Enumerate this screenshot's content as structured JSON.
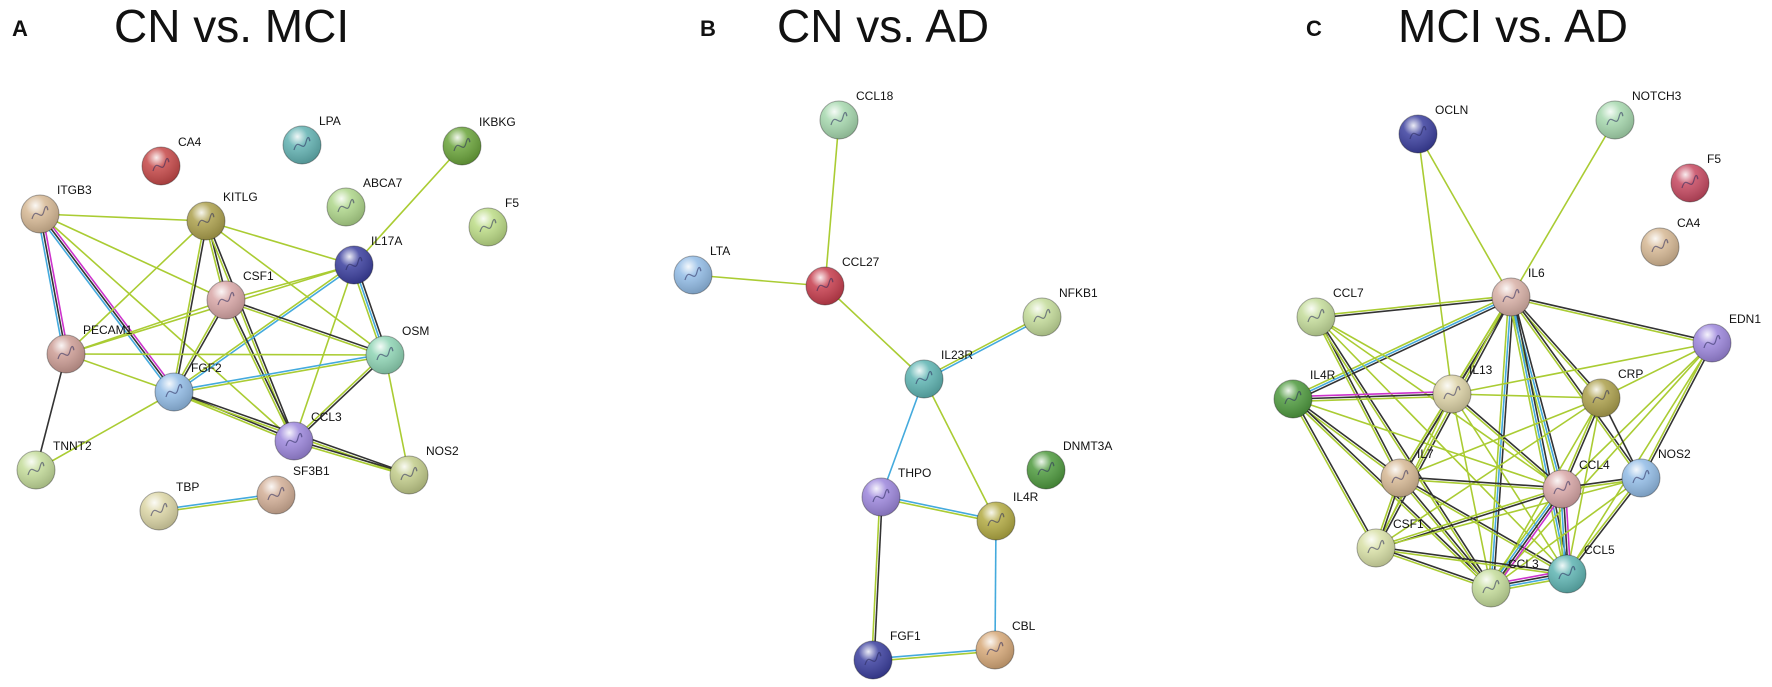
{
  "panels": [
    {
      "letter": "A",
      "title": "CN vs. MCI",
      "nodes": [
        {
          "id": "CA4",
          "color": "#c64848"
        },
        {
          "id": "LPA",
          "color": "#62b2b2"
        },
        {
          "id": "IKBKG",
          "color": "#6aa43a"
        },
        {
          "id": "ITGB3",
          "color": "#d6b894"
        },
        {
          "id": "KITLG",
          "color": "#aca04c"
        },
        {
          "id": "ABCA7",
          "color": "#aed68a"
        },
        {
          "id": "F5",
          "color": "#bcdc86"
        },
        {
          "id": "IL17A",
          "color": "#3a3e9e"
        },
        {
          "id": "CSF1",
          "color": "#d8a6a6"
        },
        {
          "id": "PECAM1",
          "color": "#cc9c94"
        },
        {
          "id": "OSM",
          "color": "#8ed4b4"
        },
        {
          "id": "FGF2",
          "color": "#92bce6"
        },
        {
          "id": "CCL3",
          "color": "#9c86dc"
        },
        {
          "id": "TNNT2",
          "color": "#c4dc9a"
        },
        {
          "id": "NOS2",
          "color": "#c2cc8a"
        },
        {
          "id": "SF3B1",
          "color": "#d2ae96"
        },
        {
          "id": "TBP",
          "color": "#dcd6a6"
        }
      ],
      "edges": [
        {
          "a": "ITGB3",
          "b": "PECAM1",
          "colors": [
            "#cc33cc",
            "#333333",
            "#44aadd"
          ]
        },
        {
          "a": "ITGB3",
          "b": "FGF2",
          "colors": [
            "#cc33cc",
            "#333333",
            "#44aadd"
          ]
        },
        {
          "a": "ITGB3",
          "b": "KITLG",
          "colors": [
            "#aacc33"
          ]
        },
        {
          "a": "ITGB3",
          "b": "CSF1",
          "colors": [
            "#aacc33"
          ]
        },
        {
          "a": "ITGB3",
          "b": "CCL3",
          "colors": [
            "#aacc33"
          ]
        },
        {
          "a": "KITLG",
          "b": "PECAM1",
          "colors": [
            "#aacc33"
          ]
        },
        {
          "a": "KITLG",
          "b": "FGF2",
          "colors": [
            "#333333",
            "#aacc33"
          ]
        },
        {
          "a": "KITLG",
          "b": "CSF1",
          "colors": [
            "#333333",
            "#aacc33"
          ]
        },
        {
          "a": "KITLG",
          "b": "CCL3",
          "colors": [
            "#333333",
            "#aacc33"
          ]
        },
        {
          "a": "KITLG",
          "b": "OSM",
          "colors": [
            "#aacc33"
          ]
        },
        {
          "a": "KITLG",
          "b": "IL17A",
          "colors": [
            "#aacc33"
          ]
        },
        {
          "a": "IKBKG",
          "b": "IL17A",
          "colors": [
            "#aacc33"
          ]
        },
        {
          "a": "IL17A",
          "b": "OSM",
          "colors": [
            "#333333",
            "#44aadd",
            "#aacc33"
          ]
        },
        {
          "a": "IL17A",
          "b": "CSF1",
          "colors": [
            "#aacc33"
          ]
        },
        {
          "a": "IL17A",
          "b": "FGF2",
          "colors": [
            "#44aadd",
            "#aacc33"
          ]
        },
        {
          "a": "IL17A",
          "b": "CCL3",
          "colors": [
            "#aacc33"
          ]
        },
        {
          "a": "IL17A",
          "b": "PECAM1",
          "colors": [
            "#aacc33"
          ]
        },
        {
          "a": "CSF1",
          "b": "PECAM1",
          "colors": [
            "#aacc33"
          ]
        },
        {
          "a": "CSF1",
          "b": "FGF2",
          "colors": [
            "#333333",
            "#aacc33"
          ]
        },
        {
          "a": "CSF1",
          "b": "CCL3",
          "colors": [
            "#333333",
            "#aacc33"
          ]
        },
        {
          "a": "CSF1",
          "b": "OSM",
          "colors": [
            "#333333",
            "#aacc33"
          ]
        },
        {
          "a": "PECAM1",
          "b": "FGF2",
          "colors": [
            "#aacc33"
          ]
        },
        {
          "a": "PECAM1",
          "b": "TNNT2",
          "colors": [
            "#333333"
          ]
        },
        {
          "a": "PECAM1",
          "b": "OSM",
          "colors": [
            "#aacc33"
          ]
        },
        {
          "a": "FGF2",
          "b": "OSM",
          "colors": [
            "#44aadd",
            "#aacc33"
          ]
        },
        {
          "a": "FGF2",
          "b": "CCL3",
          "colors": [
            "#333333",
            "#aacc33"
          ]
        },
        {
          "a": "FGF2",
          "b": "TNNT2",
          "colors": [
            "#aacc33"
          ]
        },
        {
          "a": "FGF2",
          "b": "NOS2",
          "colors": [
            "#333333",
            "#aacc33"
          ]
        },
        {
          "a": "OSM",
          "b": "CCL3",
          "colors": [
            "#333333",
            "#aacc33"
          ]
        },
        {
          "a": "OSM",
          "b": "NOS2",
          "colors": [
            "#aacc33"
          ]
        },
        {
          "a": "CCL3",
          "b": "NOS2",
          "colors": [
            "#333333",
            "#aacc33"
          ]
        },
        {
          "a": "TBP",
          "b": "SF3B1",
          "colors": [
            "#44aadd",
            "#aacc33"
          ]
        }
      ]
    },
    {
      "letter": "B",
      "title": "CN vs. AD",
      "nodes": [
        {
          "id": "CCL18",
          "color": "#a6d8ae"
        },
        {
          "id": "LTA",
          "color": "#92bce6"
        },
        {
          "id": "CCL27",
          "color": "#c63c4c"
        },
        {
          "id": "NFKB1",
          "color": "#c4dc9a"
        },
        {
          "id": "IL23R",
          "color": "#5eb4b2"
        },
        {
          "id": "DNMT3A",
          "color": "#4e9a3e"
        },
        {
          "id": "THPO",
          "color": "#9c86dc"
        },
        {
          "id": "IL4R",
          "color": "#b2aa42"
        },
        {
          "id": "CBL",
          "color": "#d6a878"
        },
        {
          "id": "FGF1",
          "color": "#3a3e9e"
        }
      ],
      "edges": [
        {
          "a": "CCL18",
          "b": "CCL27",
          "colors": [
            "#aacc33"
          ]
        },
        {
          "a": "LTA",
          "b": "CCL27",
          "colors": [
            "#aacc33"
          ]
        },
        {
          "a": "CCL27",
          "b": "IL23R",
          "colors": [
            "#aacc33"
          ]
        },
        {
          "a": "NFKB1",
          "b": "IL23R",
          "colors": [
            "#44aadd",
            "#aacc33"
          ]
        },
        {
          "a": "IL23R",
          "b": "THPO",
          "colors": [
            "#44aadd"
          ]
        },
        {
          "a": "IL23R",
          "b": "IL4R",
          "colors": [
            "#aacc33"
          ]
        },
        {
          "a": "THPO",
          "b": "IL4R",
          "colors": [
            "#44aadd",
            "#aacc33"
          ]
        },
        {
          "a": "THPO",
          "b": "FGF1",
          "colors": [
            "#333333",
            "#aacc33"
          ]
        },
        {
          "a": "IL4R",
          "b": "CBL",
          "colors": [
            "#44aadd"
          ]
        },
        {
          "a": "FGF1",
          "b": "CBL",
          "colors": [
            "#44aadd",
            "#aacc33"
          ]
        }
      ]
    },
    {
      "letter": "C",
      "title": "MCI vs. AD",
      "nodes": [
        {
          "id": "OCLN",
          "color": "#3a3e9e"
        },
        {
          "id": "NOTCH3",
          "color": "#a6d8ae"
        },
        {
          "id": "F5",
          "color": "#c64860"
        },
        {
          "id": "CA4",
          "color": "#d6b894"
        },
        {
          "id": "IL6",
          "color": "#d8b0a6"
        },
        {
          "id": "CCL7",
          "color": "#c4dc9a"
        },
        {
          "id": "EDN1",
          "color": "#9c86dc"
        },
        {
          "id": "IL4R",
          "color": "#4e9a3e"
        },
        {
          "id": "IL13",
          "color": "#dcd2a6"
        },
        {
          "id": "CRP",
          "color": "#aca04c"
        },
        {
          "id": "IL7",
          "color": "#d6b894"
        },
        {
          "id": "CCL4",
          "color": "#d8a6a6"
        },
        {
          "id": "NOS2",
          "color": "#92bce6"
        },
        {
          "id": "CSF1",
          "color": "#d8e0a6"
        },
        {
          "id": "CCL3",
          "color": "#c4dc9a"
        },
        {
          "id": "CCL5",
          "color": "#5eb4b2"
        }
      ],
      "edges": [
        {
          "a": "OCLN",
          "b": "IL6",
          "colors": [
            "#aacc33"
          ]
        },
        {
          "a": "OCLN",
          "b": "IL13",
          "colors": [
            "#aacc33"
          ]
        },
        {
          "a": "NOTCH3",
          "b": "IL6",
          "colors": [
            "#aacc33"
          ]
        },
        {
          "a": "IL6",
          "b": "CCL7",
          "colors": [
            "#333333",
            "#aacc33"
          ]
        },
        {
          "a": "IL6",
          "b": "EDN1",
          "colors": [
            "#333333",
            "#aacc33"
          ]
        },
        {
          "a": "IL6",
          "b": "IL4R",
          "colors": [
            "#333333",
            "#44aadd",
            "#aacc33"
          ]
        },
        {
          "a": "IL6",
          "b": "IL13",
          "colors": [
            "#333333",
            "#aacc33"
          ]
        },
        {
          "a": "IL6",
          "b": "CRP",
          "colors": [
            "#333333",
            "#aacc33"
          ]
        },
        {
          "a": "IL6",
          "b": "IL7",
          "colors": [
            "#333333",
            "#aacc33"
          ]
        },
        {
          "a": "IL6",
          "b": "CCL4",
          "colors": [
            "#333333",
            "#44aadd",
            "#aacc33"
          ]
        },
        {
          "a": "IL6",
          "b": "NOS2",
          "colors": [
            "#333333",
            "#aacc33"
          ]
        },
        {
          "a": "IL6",
          "b": "CSF1",
          "colors": [
            "#333333",
            "#aacc33"
          ]
        },
        {
          "a": "IL6",
          "b": "CCL3",
          "colors": [
            "#333333",
            "#44aadd",
            "#aacc33"
          ]
        },
        {
          "a": "IL6",
          "b": "CCL5",
          "colors": [
            "#333333",
            "#44aadd",
            "#aacc33"
          ]
        },
        {
          "a": "CCL7",
          "b": "IL13",
          "colors": [
            "#aacc33"
          ]
        },
        {
          "a": "CCL7",
          "b": "IL7",
          "colors": [
            "#333333",
            "#aacc33"
          ]
        },
        {
          "a": "CCL7",
          "b": "CCL4",
          "colors": [
            "#aacc33"
          ]
        },
        {
          "a": "CCL7",
          "b": "CCL3",
          "colors": [
            "#333333",
            "#aacc33"
          ]
        },
        {
          "a": "CCL7",
          "b": "CCL5",
          "colors": [
            "#aacc33"
          ]
        },
        {
          "a": "EDN1",
          "b": "IL13",
          "colors": [
            "#aacc33"
          ]
        },
        {
          "a": "EDN1",
          "b": "CRP",
          "colors": [
            "#aacc33"
          ]
        },
        {
          "a": "EDN1",
          "b": "CCL4",
          "colors": [
            "#aacc33"
          ]
        },
        {
          "a": "EDN1",
          "b": "NOS2",
          "colors": [
            "#333333",
            "#aacc33"
          ]
        },
        {
          "a": "EDN1",
          "b": "CCL3",
          "colors": [
            "#aacc33"
          ]
        },
        {
          "a": "EDN1",
          "b": "CCL5",
          "colors": [
            "#aacc33"
          ]
        },
        {
          "a": "IL4R",
          "b": "IL13",
          "colors": [
            "#cc33cc",
            "#333333",
            "#aacc33"
          ]
        },
        {
          "a": "IL4R",
          "b": "IL7",
          "colors": [
            "#333333",
            "#aacc33"
          ]
        },
        {
          "a": "IL4R",
          "b": "CSF1",
          "colors": [
            "#333333",
            "#aacc33"
          ]
        },
        {
          "a": "IL4R",
          "b": "CCL3",
          "colors": [
            "#333333",
            "#aacc33"
          ]
        },
        {
          "a": "IL4R",
          "b": "CCL4",
          "colors": [
            "#aacc33"
          ]
        },
        {
          "a": "IL13",
          "b": "CRP",
          "colors": [
            "#aacc33"
          ]
        },
        {
          "a": "IL13",
          "b": "IL7",
          "colors": [
            "#333333",
            "#aacc33"
          ]
        },
        {
          "a": "IL13",
          "b": "CCL4",
          "colors": [
            "#333333",
            "#aacc33"
          ]
        },
        {
          "a": "IL13",
          "b": "CSF1",
          "colors": [
            "#aacc33"
          ]
        },
        {
          "a": "IL13",
          "b": "CCL3",
          "colors": [
            "#aacc33"
          ]
        },
        {
          "a": "IL13",
          "b": "CCL5",
          "colors": [
            "#aacc33"
          ]
        },
        {
          "a": "CRP",
          "b": "IL7",
          "colors": [
            "#aacc33"
          ]
        },
        {
          "a": "CRP",
          "b": "CCL4",
          "colors": [
            "#333333",
            "#aacc33"
          ]
        },
        {
          "a": "CRP",
          "b": "NOS2",
          "colors": [
            "#333333"
          ]
        },
        {
          "a": "CRP",
          "b": "CSF1",
          "colors": [
            "#aacc33"
          ]
        },
        {
          "a": "CRP",
          "b": "CCL3",
          "colors": [
            "#aacc33"
          ]
        },
        {
          "a": "CRP",
          "b": "CCL5",
          "colors": [
            "#aacc33"
          ]
        },
        {
          "a": "IL7",
          "b": "CCL4",
          "colors": [
            "#333333",
            "#aacc33"
          ]
        },
        {
          "a": "IL7",
          "b": "CSF1",
          "colors": [
            "#333333",
            "#aacc33"
          ]
        },
        {
          "a": "IL7",
          "b": "CCL3",
          "colors": [
            "#333333",
            "#aacc33"
          ]
        },
        {
          "a": "IL7",
          "b": "CCL5",
          "colors": [
            "#333333",
            "#aacc33"
          ]
        },
        {
          "a": "CCL4",
          "b": "NOS2",
          "colors": [
            "#333333",
            "#aacc33"
          ]
        },
        {
          "a": "CCL4",
          "b": "CSF1",
          "colors": [
            "#333333",
            "#aacc33"
          ]
        },
        {
          "a": "CCL4",
          "b": "CCL3",
          "colors": [
            "#cc33cc",
            "#333333",
            "#44aadd",
            "#aacc33"
          ]
        },
        {
          "a": "CCL4",
          "b": "CCL5",
          "colors": [
            "#cc33cc",
            "#333333",
            "#44aadd",
            "#aacc33"
          ]
        },
        {
          "a": "NOS2",
          "b": "CSF1",
          "colors": [
            "#aacc33"
          ]
        },
        {
          "a": "NOS2",
          "b": "CCL3",
          "colors": [
            "#aacc33"
          ]
        },
        {
          "a": "NOS2",
          "b": "CCL5",
          "colors": [
            "#333333",
            "#aacc33"
          ]
        },
        {
          "a": "CSF1",
          "b": "CCL3",
          "colors": [
            "#333333",
            "#aacc33"
          ]
        },
        {
          "a": "CSF1",
          "b": "CCL5",
          "colors": [
            "#333333",
            "#aacc33"
          ]
        },
        {
          "a": "CCL3",
          "b": "CCL5",
          "colors": [
            "#cc33cc",
            "#333333",
            "#44aadd",
            "#aacc33"
          ]
        }
      ]
    }
  ]
}
